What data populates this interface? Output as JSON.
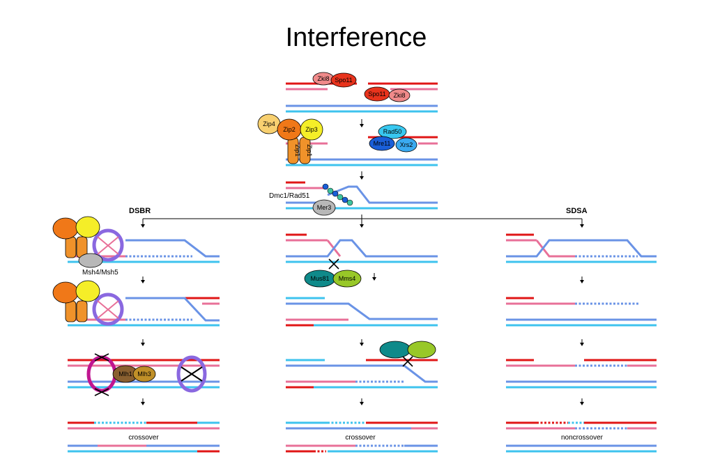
{
  "title": "Interference",
  "proteins": {
    "zki8": "Zki8",
    "spo11": "Spo11",
    "zip1": "Zip1",
    "zip2": "Zip2",
    "zip3": "Zip3",
    "zip4": "Zip4",
    "rad50": "Rad50",
    "mre11": "Mre11",
    "xrs2": "Xrs2",
    "dmc1_rad51": "Dmc1/Rad51",
    "mer3": "Mer3",
    "msh4_msh5": "Msh4/Msh5",
    "mus81": "Mus81",
    "mms4": "Mms4",
    "mlh1": "Mlh1",
    "mlh3": "Mlh3"
  },
  "pathways": {
    "dsbr": "DSBR",
    "sdsa": "SDSA"
  },
  "outcomes": {
    "dsbr": "crossover",
    "middle": "crossover",
    "sdsa": "noncrossover"
  },
  "colors": {
    "red": "#e01616",
    "pink": "#e87098",
    "blue": "#6a93e6",
    "cyan": "#3ec3ee",
    "spo11": "#e8331c",
    "zki8": "#f08a8a",
    "zip1": "#f0922a",
    "zip2": "#f07818",
    "zip3": "#f5ee28",
    "zip4": "#f8d070",
    "rad50": "#38c8f0",
    "mre11": "#1a5fd8",
    "xrs2": "#3aaaf0",
    "mer3": "#b8b8b8",
    "mus81": "#0f8a8a",
    "mms4": "#98c828",
    "mlh1": "#8a6030",
    "mlh3": "#c09028",
    "loop": "#8a68e0"
  }
}
